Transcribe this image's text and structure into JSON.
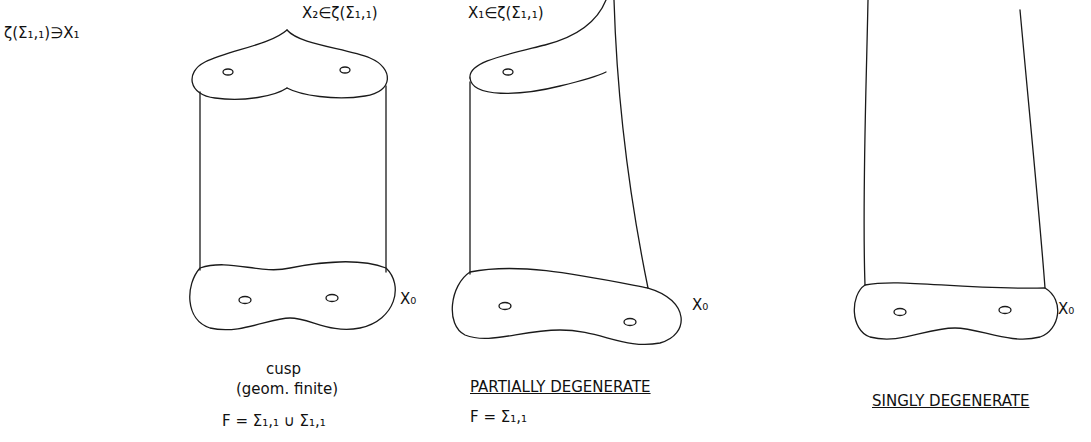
{
  "diagram": {
    "labels": [
      "ζ(Σ₁,₁)∋X₁",
      "X₂∈ζ(Σ₁,₁)",
      "X₀",
      "cusp",
      "(geom. finite)",
      "F = Σ₁,₁ ∪ Σ₁,₁",
      "X₁∈ζ(Σ₁,₁)",
      "X₀",
      "PARTIALLY DEGENERATE",
      "F = Σ₁,₁",
      "X₀",
      "SINGLY DEGENERATE"
    ]
  }
}
